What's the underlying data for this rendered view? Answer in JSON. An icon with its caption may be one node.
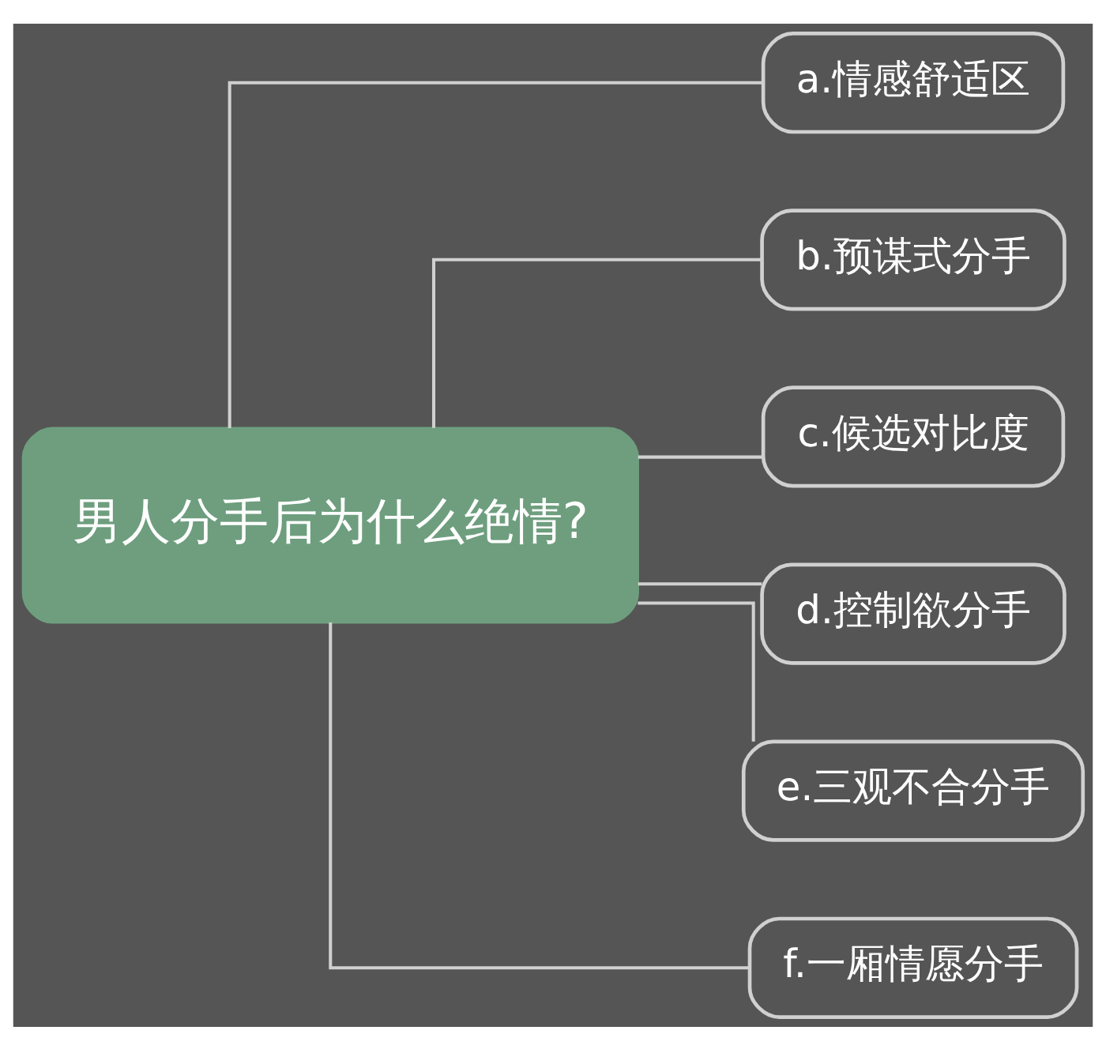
{
  "diagram": {
    "nodes": [
      {
        "text": [
          "男人分手后为什么绝情?"
        ]
      },
      {
        "text": [
          "a.情感舒适区"
        ]
      },
      {
        "text": [
          "b.预谋式分手"
        ]
      },
      {
        "text": [
          "c.候选对比度"
        ]
      },
      {
        "text": [
          "d.控制欲分手"
        ]
      },
      {
        "text": [
          "e.三观不合分手"
        ]
      },
      {
        "text": [
          "f.一厢情愿分手"
        ]
      }
    ],
    "edges": [
      {
        "from": 0,
        "to": 1,
        "arrow": "none"
      },
      {
        "from": 0,
        "to": 2,
        "arrow": "none"
      },
      {
        "from": 0,
        "to": 3,
        "arrow": "none"
      },
      {
        "from": 0,
        "to": 4,
        "arrow": "none"
      },
      {
        "from": 0,
        "to": 5,
        "arrow": "none"
      },
      {
        "from": 0,
        "to": 6,
        "arrow": "none"
      }
    ]
  }
}
